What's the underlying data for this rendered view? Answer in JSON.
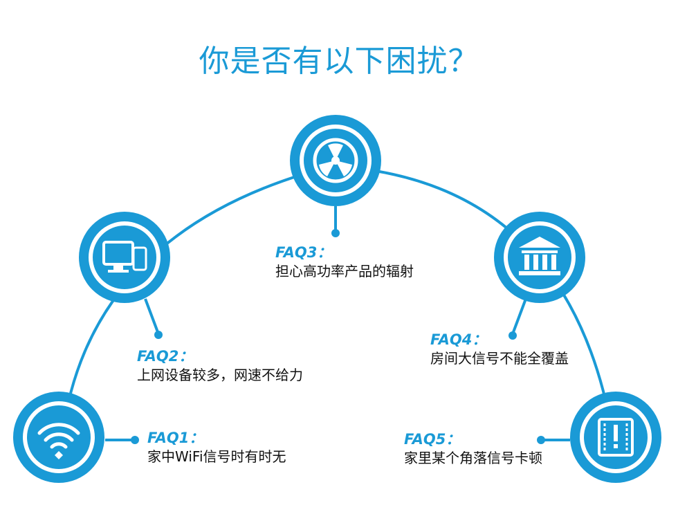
{
  "title": "你是否有以下困扰？",
  "colors": {
    "accent": "#1a9ad6",
    "accent_light": "#3fb0e6",
    "text": "#111111"
  },
  "faqs": [
    {
      "label": "FAQ1：",
      "text": "家中WiFi信号时有时无",
      "icon": "wifi-icon"
    },
    {
      "label": "FAQ2：",
      "text": "上网设备较多，网速不给力",
      "icon": "devices-icon"
    },
    {
      "label": "FAQ3：",
      "text": "担心高功率产品的辐射",
      "icon": "radiation-icon"
    },
    {
      "label": "FAQ4：",
      "text": "房间大信号不能全覆盖",
      "icon": "building-icon"
    },
    {
      "label": "FAQ5：",
      "text": "家里某个角落信号卡顿",
      "icon": "warning-book-icon"
    }
  ]
}
